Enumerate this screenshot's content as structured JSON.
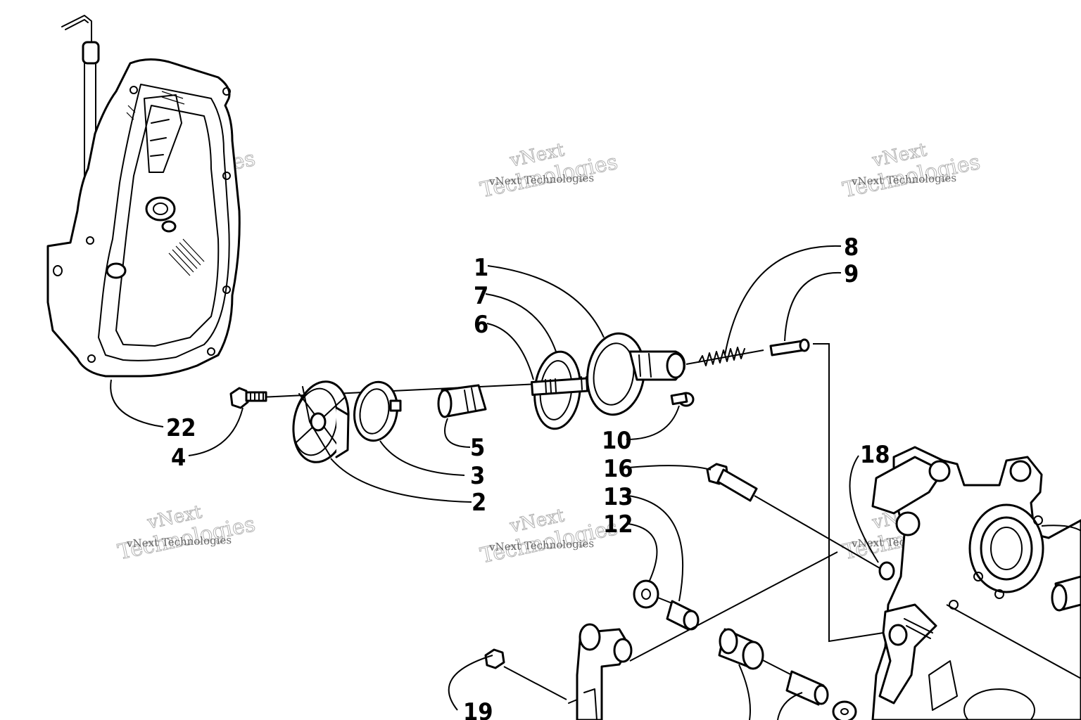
{
  "callouts": {
    "c1": "1",
    "c2": "2",
    "c3": "3",
    "c4": "4",
    "c5": "5",
    "c6": "6",
    "c7": "7",
    "c8": "8",
    "c9": "9",
    "c10": "10",
    "c12": "12",
    "c13": "13",
    "c16": "16",
    "c18": "18",
    "c19": "19",
    "c22": "22"
  },
  "watermark": {
    "line1": "vNext",
    "line2": "Technologies",
    "full": "vNext Technologies"
  }
}
